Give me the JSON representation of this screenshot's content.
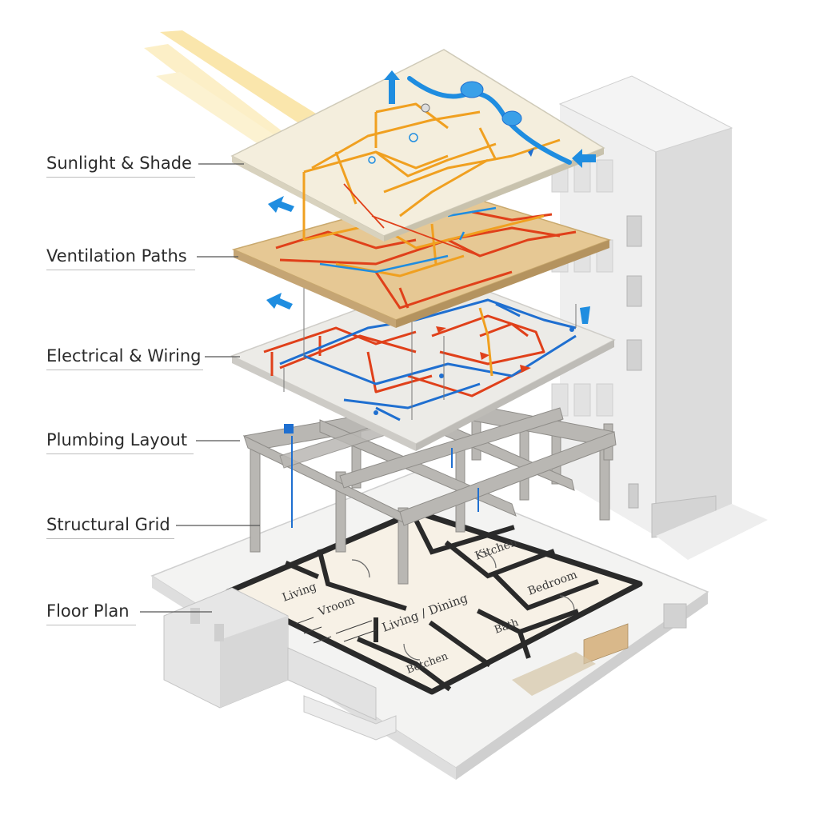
{
  "layers": [
    {
      "id": "sunlight",
      "label": "Sunlight & Shade"
    },
    {
      "id": "ventilation",
      "label": "Ventilation Paths"
    },
    {
      "id": "electrical",
      "label": "Electrical & Wiring"
    },
    {
      "id": "plumbing",
      "label": "Plumbing Layout"
    },
    {
      "id": "structural",
      "label": "Structural Grid"
    },
    {
      "id": "floorplan",
      "label": "Floor Plan"
    }
  ],
  "rooms": {
    "living": "Living",
    "living_room": "Vroom",
    "living_dining": "Living / Dining",
    "kitchen": "Kitchen",
    "bedroom": "Bedroom",
    "bath": "Bath",
    "kitchen_lower": "Betchen"
  },
  "colors": {
    "sunlight": "#f5c84a",
    "ventilation_blue": "#1f8de0",
    "wiring_orange": "#f0a020",
    "wiring_red": "#e0401a",
    "plumbing_blue": "#1f6fd0",
    "structure_grey": "#b8b6b2",
    "building_grey": "#e4e4e4",
    "plan_wall": "#2a2a2a"
  }
}
